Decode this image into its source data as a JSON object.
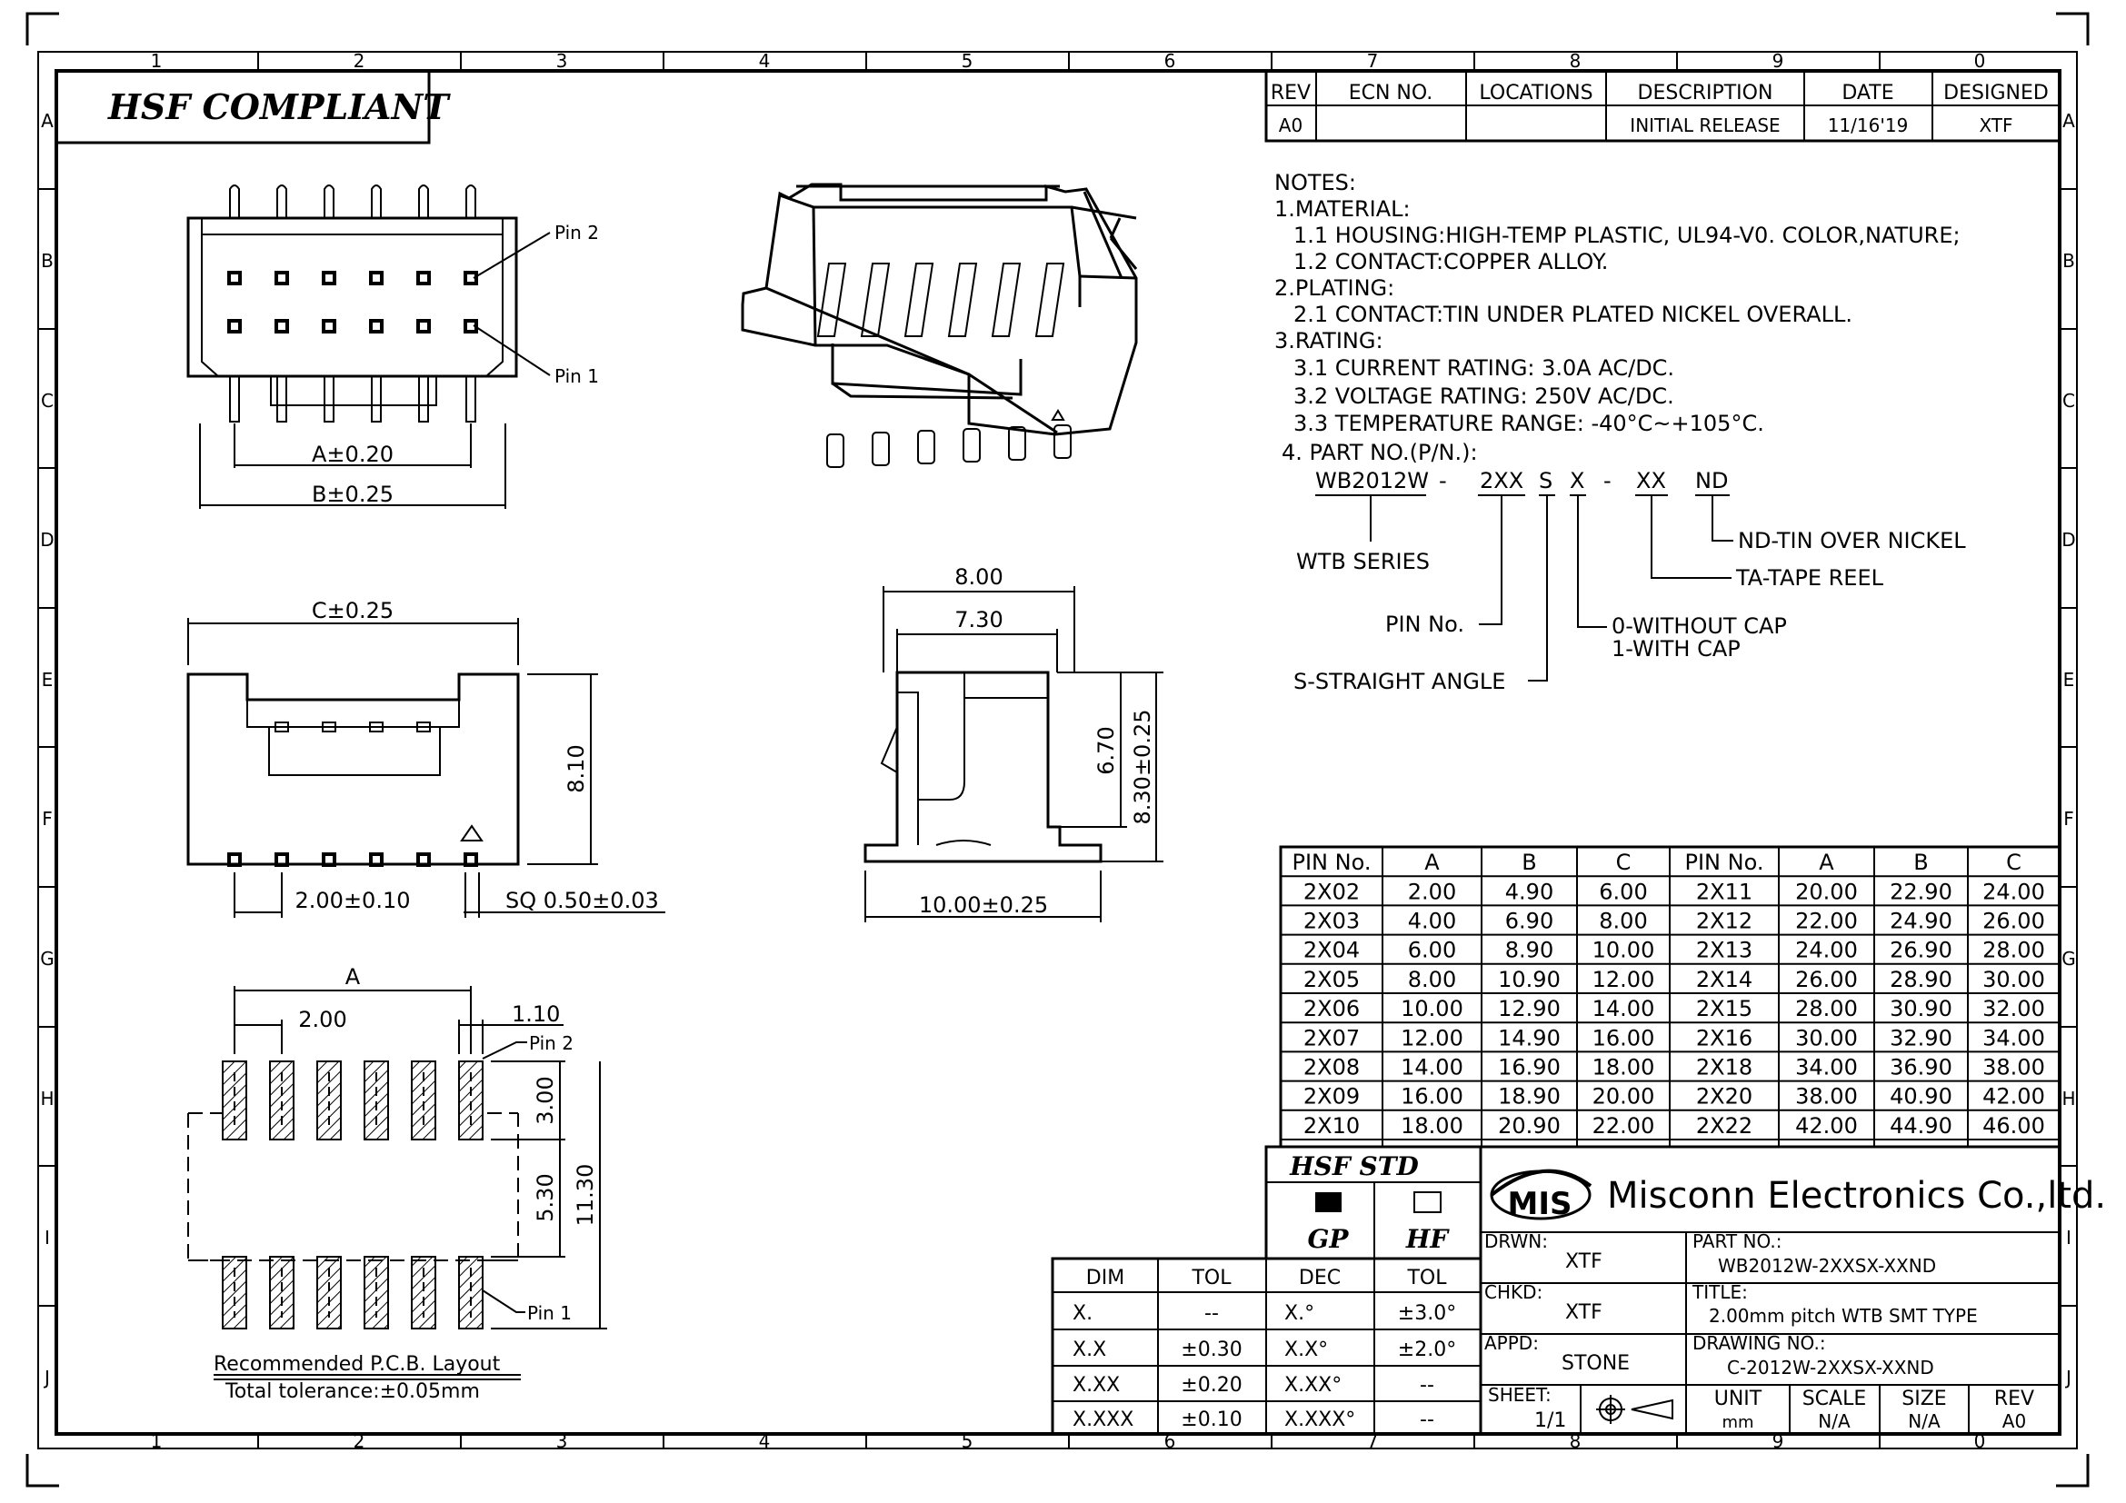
{
  "compliance": "HSF COMPLIANT",
  "zones": {
    "cols": [
      "1",
      "2",
      "3",
      "4",
      "5",
      "6",
      "7",
      "8",
      "9",
      "0"
    ],
    "rows": [
      "A",
      "B",
      "C",
      "D",
      "E",
      "F",
      "G",
      "H",
      "I",
      "J"
    ]
  },
  "revision": {
    "headers": [
      "REV",
      "ECN NO.",
      "LOCATIONS",
      "DESCRIPTION",
      "DATE",
      "DESIGNED"
    ],
    "row": [
      "A0",
      "",
      "",
      "INITIAL RELEASE",
      "11/16'19",
      "XTF"
    ]
  },
  "notes": [
    "NOTES:",
    "1.MATERIAL:",
    "1.1  HOUSING:HIGH-TEMP  PLASTIC,  UL94-V0.  COLOR,NATURE;",
    "1.2  CONTACT:COPPER  ALLOY.",
    "2.PLATING:",
    "2.1  CONTACT:TIN  UNDER  PLATED  NICKEL  OVERALL.",
    "3.RATING:",
    "3.1  CURRENT  RATING:  3.0A  AC/DC.",
    "3.2  VOLTAGE  RATING:  250V  AC/DC.",
    "3.3  TEMPERATURE  RANGE:  -40°C~+105°C.",
    "4.  PART  NO.(P/N.):"
  ],
  "part_code": {
    "series": "WB2012W",
    "pins": "2XX",
    "angle": "S",
    "cap": "X",
    "tape": "XX",
    "plating": "ND",
    "dash": "-"
  },
  "part_legend": {
    "series": "WTB  SERIES",
    "pins": "PIN  No.",
    "angle": "S-STRAIGHT  ANGLE",
    "cap0": "0-WITHOUT  CAP",
    "cap1": "1-WITH  CAP",
    "tape": "TA-TAPE  REEL",
    "plating": "ND-TIN  OVER  NICKEL"
  },
  "pin_table": {
    "headers": [
      "PIN  No.",
      "A",
      "B",
      "C",
      "PIN  No.",
      "A",
      "B",
      "C"
    ],
    "rows": [
      [
        "2X02",
        "2.00",
        "4.90",
        "6.00",
        "2X11",
        "20.00",
        "22.90",
        "24.00"
      ],
      [
        "2X03",
        "4.00",
        "6.90",
        "8.00",
        "2X12",
        "22.00",
        "24.90",
        "26.00"
      ],
      [
        "2X04",
        "6.00",
        "8.90",
        "10.00",
        "2X13",
        "24.00",
        "26.90",
        "28.00"
      ],
      [
        "2X05",
        "8.00",
        "10.90",
        "12.00",
        "2X14",
        "26.00",
        "28.90",
        "30.00"
      ],
      [
        "2X06",
        "10.00",
        "12.90",
        "14.00",
        "2X15",
        "28.00",
        "30.90",
        "32.00"
      ],
      [
        "2X07",
        "12.00",
        "14.90",
        "16.00",
        "2X16",
        "30.00",
        "32.90",
        "34.00"
      ],
      [
        "2X08",
        "14.00",
        "16.90",
        "18.00",
        "2X18",
        "34.00",
        "36.90",
        "38.00"
      ],
      [
        "2X09",
        "16.00",
        "18.90",
        "20.00",
        "2X20",
        "38.00",
        "40.90",
        "42.00"
      ],
      [
        "2X10",
        "18.00",
        "20.90",
        "22.00",
        "2X22",
        "42.00",
        "44.90",
        "46.00"
      ]
    ]
  },
  "top_view": {
    "pin2": "Pin  2",
    "pin1": "Pin  1",
    "dim_a": "A±0.20",
    "dim_b": "B±0.25"
  },
  "front_view": {
    "dim_c": "C±0.25",
    "dim_h": "8.10",
    "pitch": "2.00±0.10",
    "sq": "SQ  0.50±0.03"
  },
  "side_view": {
    "w1": "8.00",
    "w2": "7.30",
    "h1": "6.70",
    "h2": "8.30±0.25",
    "base": "10.00±0.25"
  },
  "pcb": {
    "dim_a": "A",
    "pitch": "2.00",
    "pad_w": "1.10",
    "pin2": "Pin  2",
    "pin1": "Pin  1",
    "pad_h": "3.00",
    "gap": "5.30",
    "total": "11.30",
    "title": "Recommended  P.C.B.  Layout",
    "tolerance": "Total  tolerance:±0.05mm"
  },
  "tolerance": {
    "h1": [
      "DIM",
      "TOL"
    ],
    "rows1": [
      [
        "X.",
        "--"
      ],
      [
        "X.X",
        "±0.30"
      ],
      [
        "X.XX",
        "±0.20"
      ],
      [
        "X.XXX",
        "±0.10"
      ]
    ],
    "h2": [
      "DEC",
      "TOL"
    ],
    "rows2": [
      [
        "X.°",
        "±3.0°"
      ],
      [
        "X.X°",
        "±2.0°"
      ],
      [
        "X.XX°",
        "--"
      ],
      [
        "X.XXX°",
        "--"
      ]
    ]
  },
  "hsf": {
    "std": "HSF  STD",
    "gp": "GP",
    "hf": "HF"
  },
  "company": {
    "logo": "MIS",
    "name": "Misconn Electronics Co.,ltd."
  },
  "title_block": {
    "drwn_label": "DRWN:",
    "drwn": "XTF",
    "part_label": "PART  NO.:",
    "part": "WB2012W-2XXSX-XXND",
    "chkd_label": "CHKD:",
    "chkd": "XTF",
    "title_label": "TITLE:",
    "title": "2.00mm  pitch  WTB  SMT  TYPE",
    "appd_label": "APPD:",
    "appd": "STONE",
    "dwg_label": "DRAWING  NO.:",
    "dwg": "C-2012W-2XXSX-XXND",
    "sheet_label": "SHEET:",
    "sheet": "1/1",
    "unit_label": "UNIT",
    "unit": "mm",
    "scale_label": "SCALE",
    "scale": "N/A",
    "size_label": "SIZE",
    "size": "N/A",
    "rev_label": "REV",
    "rev": "A0"
  }
}
